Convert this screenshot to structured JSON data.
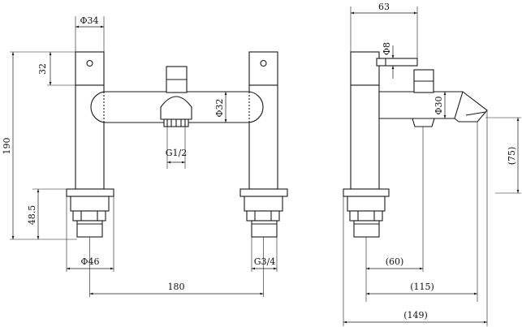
{
  "dimensions": {
    "body_diameter": "Φ34",
    "handle_height": "32",
    "overall_height": "190",
    "tail_height": "48.5",
    "spout_diameter": "Φ32",
    "diverter_thread": "G1/2",
    "base_diameter": "Φ46",
    "inlet_thread": "G3/4",
    "centres": "180",
    "side_depth": "63",
    "diverter_knob": "Φ8",
    "side_spout_diameter": "Φ30",
    "outlet_height": "(75)",
    "reach_60": "(60)",
    "reach_115": "(115)",
    "reach_149": "(149)"
  }
}
